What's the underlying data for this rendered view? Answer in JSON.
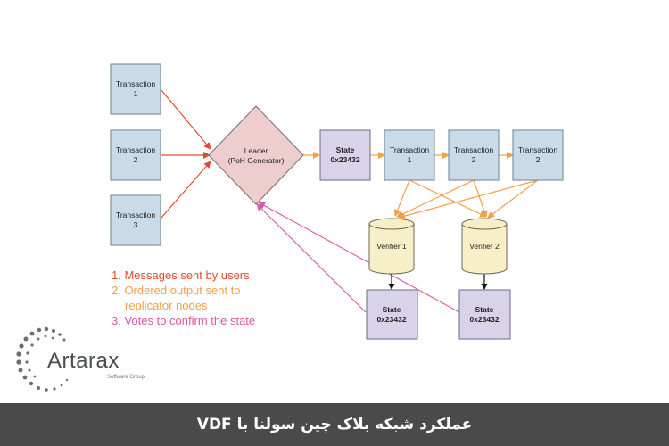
{
  "diagram": {
    "transactions_left": [
      {
        "line1": "Transaction",
        "line2": "1"
      },
      {
        "line1": "Transaction",
        "line2": "2"
      },
      {
        "line1": "Transaction",
        "line2": "3"
      }
    ],
    "leader": {
      "line1": "Leader",
      "line2": "(PoH Generator)"
    },
    "state_top": {
      "line1": "State",
      "line2": "0x23432"
    },
    "chain": [
      {
        "line1": "Transaction",
        "line2": "1"
      },
      {
        "line1": "Transaction",
        "line2": "2"
      },
      {
        "line1": "Transaction",
        "line2": "2"
      }
    ],
    "verifiers": [
      "Verifier 1",
      "Verifier 2"
    ],
    "verifier_states": [
      {
        "line1": "State",
        "line2": "0x23432"
      },
      {
        "line1": "State",
        "line2": "0x23432"
      }
    ],
    "colors": {
      "box_blue": "#c9dbe9",
      "leader_pink": "#edcdcd",
      "state_lavender": "#d8d2ea",
      "verifier_yellow": "#f7efc6",
      "messages_red": "#e24a33",
      "ordered_orange": "#f0a04b",
      "votes_magenta": "#d35aa8"
    }
  },
  "legend": {
    "item1": "1. Messages sent by users",
    "item2a": "2. Ordered output sent to",
    "item2b": "replicator nodes",
    "item3": "3. Votes to confirm the state"
  },
  "logo": {
    "name": "Artarax",
    "tagline": "Software Group"
  },
  "footer": {
    "title": "عملکرد شبکه بلاک چین سولنا با VDF"
  }
}
